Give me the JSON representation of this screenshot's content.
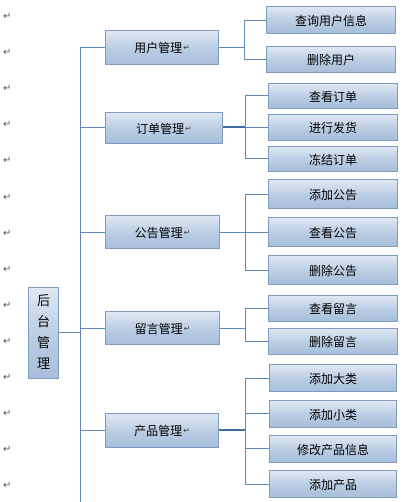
{
  "paragraph_mark": "↵",
  "root": {
    "chars": [
      "后",
      "台",
      "管",
      "理"
    ]
  },
  "groups": [
    {
      "label": "用户管理",
      "children": [
        "查询用户信息",
        "删除用户"
      ]
    },
    {
      "label": "订单管理",
      "children": [
        "查看订单",
        "进行发货",
        "冻结订单"
      ]
    },
    {
      "label": "公告管理",
      "children": [
        "添加公告",
        "查看公告",
        "删除公告"
      ]
    },
    {
      "label": "留言管理",
      "children": [
        "查看留言",
        "删除留言"
      ]
    },
    {
      "label": "产品管理",
      "children": [
        "添加大类",
        "添加小类",
        "修改产品信息",
        "添加产品"
      ]
    }
  ]
}
